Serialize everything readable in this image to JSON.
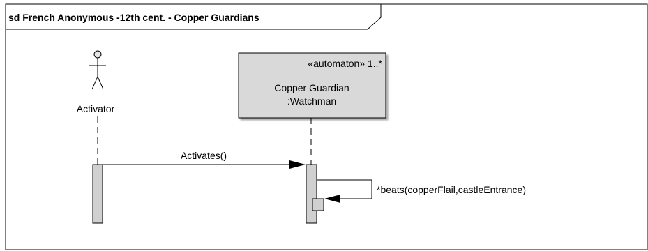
{
  "frame": {
    "title": "sd French Anonymous -12th cent. - Copper Guardians"
  },
  "lifelines": [
    {
      "id": "activator",
      "kind": "actor",
      "name": "Activator"
    },
    {
      "id": "watchman",
      "kind": "object",
      "stereotype": "«automaton» 1..*",
      "name": "Copper Guardian",
      "type": ":Watchman"
    }
  ],
  "messages": [
    {
      "label": "Activates()",
      "from": "Activator",
      "to": "Copper Guardian"
    },
    {
      "label": "*beats(copperFlail,castleEntrance)",
      "from": "Copper Guardian",
      "to": "Copper Guardian",
      "self": true
    }
  ],
  "colors": {
    "box_fill": "#d9d9d9",
    "activation_fill": "#d0d0d0",
    "line": "#000000",
    "background": "#ffffff"
  }
}
